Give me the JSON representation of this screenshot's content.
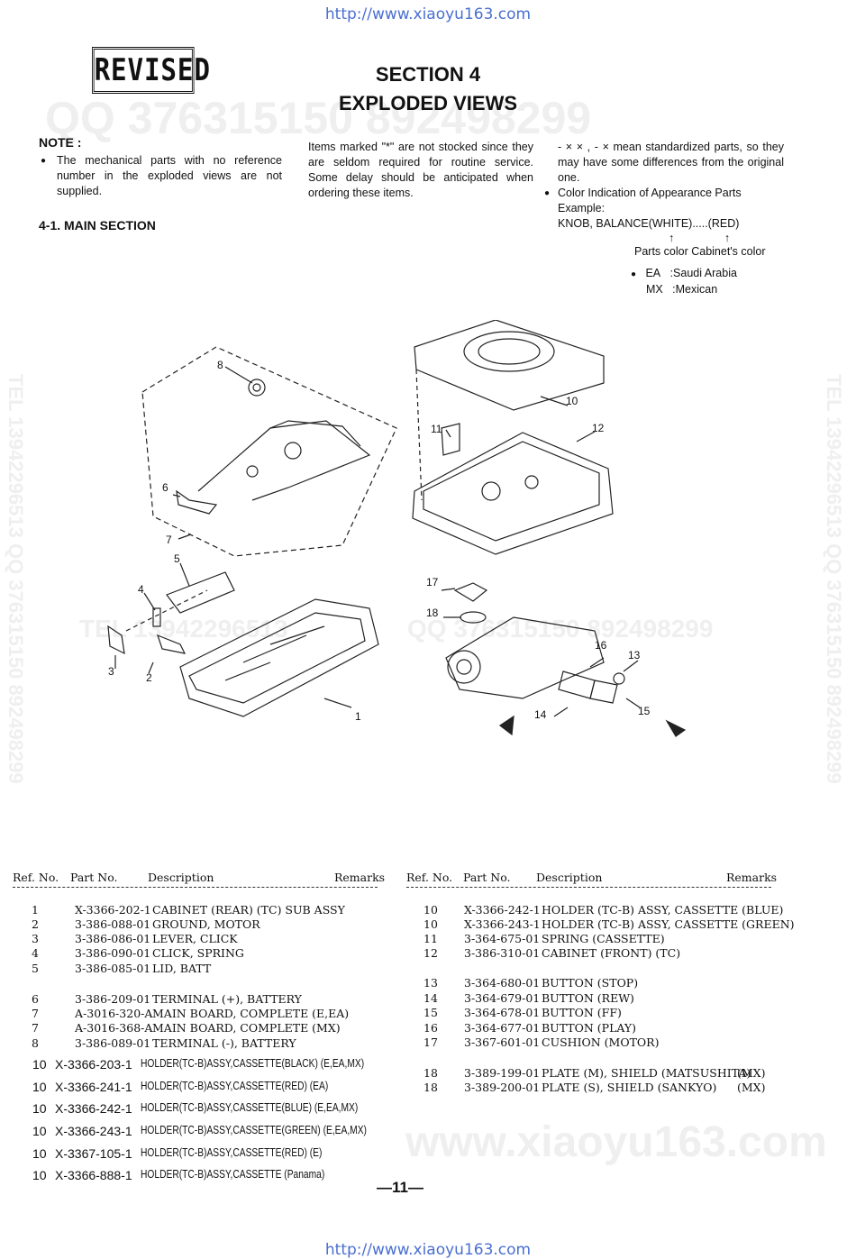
{
  "header": {
    "url_top": "http://www.xiaoyu163.com",
    "url_bottom": "http://www.xiaoyu163.com",
    "stamp": "REVISED",
    "section": "SECTION 4",
    "title": "EXPLODED VIEWS"
  },
  "watermarks": {
    "top": "QQ 376315150   892498299",
    "mid_left": "TEL 13942296513",
    "mid_right": "QQ 376315150  892498299",
    "bottom": "www.xiaoyu163.com",
    "side_left": "TEL 13942296513  QQ 376315150  892498299",
    "side_right": "TEL 13942296513  QQ 376315150  892498299"
  },
  "notes": {
    "heading": "NOTE :",
    "col1": "The mechanical parts with no reference number in the exploded views are not supplied.",
    "col2": "Items marked \"*\" are not stocked since they are seldom required for routine service.  Some delay should be anticipated when ordering these items.",
    "col3_a": "- × × , - × mean standardized parts, so they may have some differences from the original one.",
    "col3_b": "Color Indication of Appearance Parts Example:",
    "col3_example": "KNOB, BALANCE(WHITE).....(RED)",
    "arrows": "↑                ↑",
    "parts_color": "Parts color  Cabinet's color",
    "ea_code": "EA",
    "ea_name": ":Saudi Arabia",
    "mx_code": "MX",
    "mx_name": ":Mexican"
  },
  "subsection": "4-1. MAIN SECTION",
  "callouts": [
    "1",
    "2",
    "3",
    "4",
    "5",
    "6",
    "7",
    "8",
    "10",
    "11",
    "12",
    "13",
    "14",
    "15",
    "16",
    "17",
    "18"
  ],
  "table": {
    "headers": {
      "ref": "Ref. No.",
      "part": "Part No.",
      "desc": "Description",
      "remarks": "Remarks"
    },
    "left_rows": [
      {
        "ref": "1",
        "part": "X-3366-202-1",
        "desc": "CABINET (REAR) (TC) SUB ASSY",
        "remarks": ""
      },
      {
        "ref": "2",
        "part": "3-386-088-01",
        "desc": "GROUND, MOTOR",
        "remarks": ""
      },
      {
        "ref": "3",
        "part": "3-386-086-01",
        "desc": "LEVER, CLICK",
        "remarks": ""
      },
      {
        "ref": "4",
        "part": "3-386-090-01",
        "desc": "CLICK, SPRING",
        "remarks": ""
      },
      {
        "ref": "5",
        "part": "3-386-085-01",
        "desc": "LID, BATT",
        "remarks": ""
      },
      {
        "ref": "6",
        "part": "3-386-209-01",
        "desc": "TERMINAL (+), BATTERY",
        "remarks": ""
      },
      {
        "ref": "7",
        "part": "A-3016-320-A",
        "desc": "MAIN BOARD, COMPLETE (E,EA)",
        "remarks": ""
      },
      {
        "ref": "7",
        "part": "A-3016-368-A",
        "desc": "MAIN BOARD, COMPLETE (MX)",
        "remarks": ""
      },
      {
        "ref": "8",
        "part": "3-386-089-01",
        "desc": "TERMINAL (-), BATTERY",
        "remarks": ""
      }
    ],
    "left_edits": [
      {
        "ref": "10",
        "part": "X-3366-203-1",
        "desc": "HOLDER(TC-B)ASSY,CASSETTE(BLACK) (E,EA,MX)"
      },
      {
        "ref": "10",
        "part": "X-3366-241-1",
        "desc": "HOLDER(TC-B)ASSY,CASSETTE(RED) (EA)"
      },
      {
        "ref": "10",
        "part": "X-3366-242-1",
        "desc": "HOLDER(TC-B)ASSY,CASSETTE(BLUE) (E,EA,MX)"
      },
      {
        "ref": "10",
        "part": "X-3366-243-1",
        "desc": "HOLDER(TC-B)ASSY,CASSETTE(GREEN) (E,EA,MX)"
      },
      {
        "ref": "10",
        "part": "X-3367-105-1",
        "desc": "HOLDER(TC-B)ASSY,CASSETTE(RED) (E)"
      },
      {
        "ref": "10",
        "part": "X-3366-888-1",
        "desc": "HOLDER(TC-B)ASSY,CASSETTE (Panama)"
      }
    ],
    "right_rows": [
      {
        "ref": "10",
        "part": "X-3366-242-1",
        "desc": "HOLDER (TC-B) ASSY, CASSETTE (BLUE)",
        "remarks": "",
        "strike": true
      },
      {
        "ref": "10",
        "part": "X-3366-243-1",
        "desc": "HOLDER (TC-B) ASSY, CASSETTE (GREEN)",
        "remarks": "",
        "strike": true
      },
      {
        "ref": "11",
        "part": "3-364-675-01",
        "desc": "SPRING (CASSETTE)",
        "remarks": ""
      },
      {
        "ref": "12",
        "part": "3-386-310-01",
        "desc": "CABINET (FRONT) (TC)",
        "remarks": ""
      },
      {
        "ref": "13",
        "part": "3-364-680-01",
        "desc": "BUTTON (STOP)",
        "remarks": ""
      },
      {
        "ref": "14",
        "part": "3-364-679-01",
        "desc": "BUTTON (REW)",
        "remarks": ""
      },
      {
        "ref": "15",
        "part": "3-364-678-01",
        "desc": "BUTTON (FF)",
        "remarks": ""
      },
      {
        "ref": "16",
        "part": "3-364-677-01",
        "desc": "BUTTON (PLAY)",
        "remarks": ""
      },
      {
        "ref": "17",
        "part": "3-367-601-01",
        "desc": "CUSHION (MOTOR)",
        "remarks": ""
      },
      {
        "ref": "18",
        "part": "3-389-199-01",
        "desc": "PLATE (M), SHIELD (MATSUSHITA)",
        "remarks": "(MX)"
      },
      {
        "ref": "18",
        "part": "3-389-200-01",
        "desc": "PLATE (S), SHIELD (SANKYO)",
        "remarks": "(MX)"
      }
    ]
  },
  "page_number": "—11—"
}
